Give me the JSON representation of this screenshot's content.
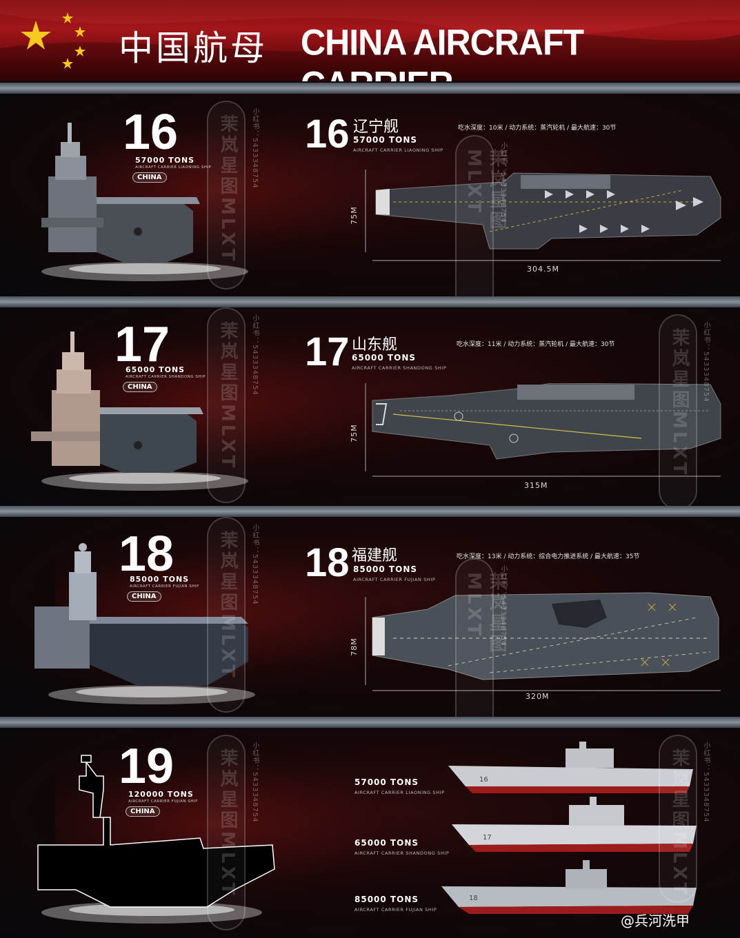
{
  "header": {
    "title_cn": "中国航母",
    "title_en": "CHINA AIRCRAFT CARRIER"
  },
  "carriers": [
    {
      "number": "16",
      "tons": "57000 TONS",
      "subtitle": "AIRCRAFT CARRIER LIAONING SHIP",
      "country": "CHINA",
      "name_cn": "辽宁舰",
      "specs": "吃水深度：10米 /  动力系统：蒸汽轮机 / 最大航速：30节",
      "beam": "75M",
      "length": "304.5M",
      "hull_label": "16"
    },
    {
      "number": "17",
      "tons": "65000 TONS",
      "subtitle": "AIRCRAFT CARRIER SHANDONG SHIP",
      "country": "CHINA",
      "name_cn": "山东舰",
      "specs": "吃水深度：11米 /  动力系统：蒸汽轮机 / 最大航速：30节",
      "beam": "75M",
      "length": "315M",
      "hull_label": "17"
    },
    {
      "number": "18",
      "tons": "85000 TONS",
      "subtitle": "AIRCRAFT CARRIER FUJIAN SHIP",
      "country": "CHINA",
      "name_cn": "福建舰",
      "specs": "吃水深度：13米 /  动力系统：综合电力推进系统 /  最大航速：35节",
      "beam": "78M",
      "length": "320M",
      "hull_label": "18"
    }
  ],
  "future": {
    "number": "19",
    "tons": "120000 TONS",
    "subtitle": "AIRCRAFT CARRIER FUJIAN SHIP",
    "country": "CHINA"
  },
  "comparison": [
    {
      "tons": "57000 TONS",
      "subtitle": "AIRCRAFT CARRIER LIAONING SHIP",
      "hull": "16"
    },
    {
      "tons": "65000 TONS",
      "subtitle": "AIRCRAFT CARRIER SHANDONG SHIP",
      "hull": "17"
    },
    {
      "tons": "85000 TONS",
      "subtitle": "AIRCRAFT CARRIER FUJIAN SHIP",
      "hull": "18"
    }
  ],
  "watermark": {
    "text": "茉岚星图MLXT",
    "small": "小红书：5433348754"
  },
  "weibo": "@兵河洗甲",
  "colors": {
    "red": "#a3161a",
    "star": "#f7c91c",
    "hull_red": "#9c1c1c"
  }
}
